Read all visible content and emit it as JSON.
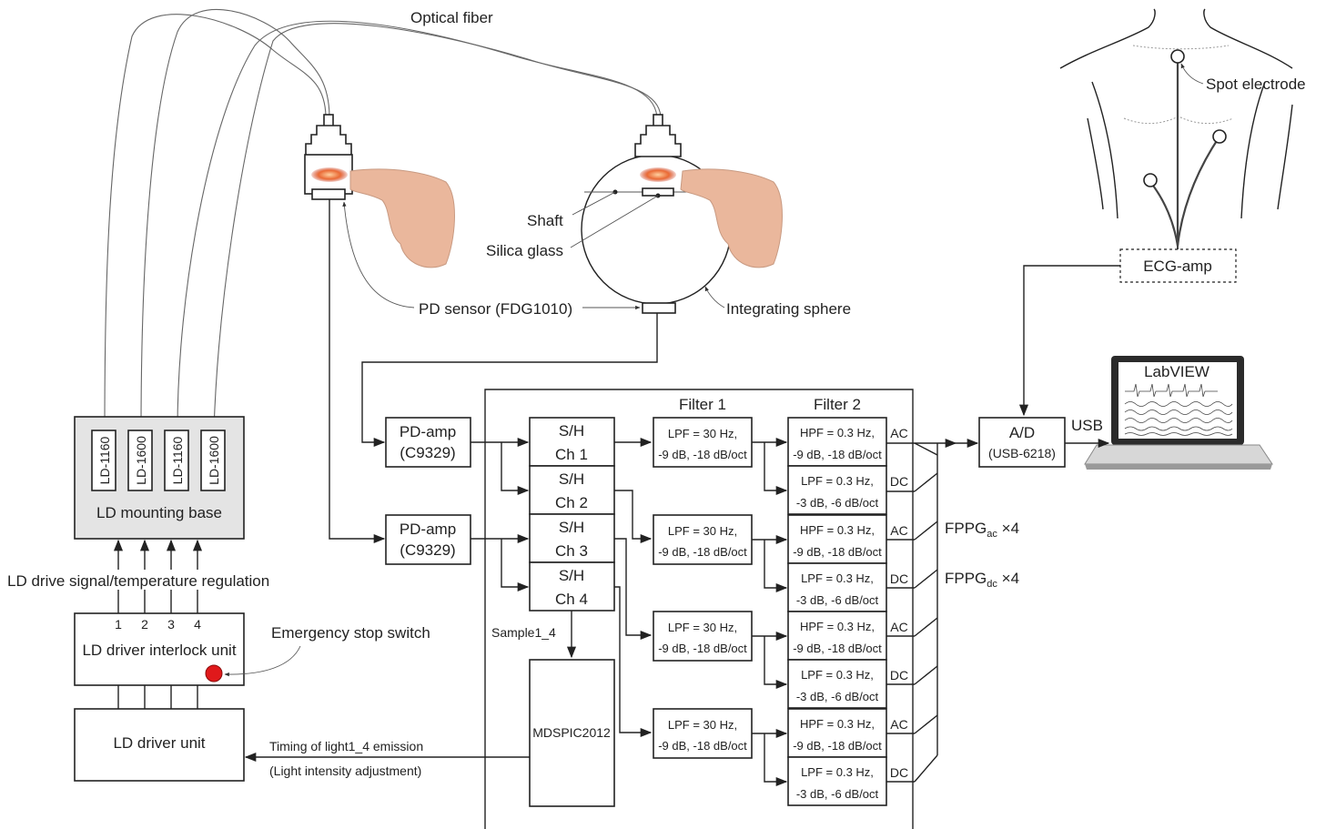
{
  "labels": {
    "optical_fiber": "Optical fiber",
    "spot_electrode": "Spot electrode",
    "ecg_amp": "ECG-amp",
    "shaft": "Shaft",
    "silica_glass": "Silica glass",
    "pd_sensor": "PD sensor (FDG1010)",
    "integrating_sphere": "Integrating sphere",
    "filter1": "Filter 1",
    "filter2": "Filter 2",
    "ad_line1": "A/D",
    "ad_line2": "(USB-6218)",
    "usb": "USB",
    "labview": "LabVIEW",
    "ld_mounting_base": "LD mounting base",
    "ld_drive_signal": "LD drive signal/temperature regulation",
    "ld_driver_interlock": "LD driver interlock unit",
    "emergency_stop": "Emergency stop switch",
    "ld_driver_unit": "LD driver unit",
    "timing": "Timing of light1_4 emission",
    "light_intensity": "(Light intensity adjustment)",
    "sample": "Sample1_4",
    "mdspic": "MDSPIC2012",
    "fppg_ac": "FPPG",
    "fppg_ac_sub": "ac",
    "fppg_ac_mult": " ×4",
    "fppg_dc": "FPPG",
    "fppg_dc_sub": "dc",
    "fppg_dc_mult": " ×4",
    "pd_amp_line1": "PD-amp",
    "pd_amp_line2": "(C9329)"
  },
  "ld_modules": [
    "LD-1160",
    "LD-1600",
    "LD-1160",
    "LD-1600"
  ],
  "channel_numbers": [
    "1",
    "2",
    "3",
    "4"
  ],
  "sh_channels": [
    {
      "l1": "S/H",
      "l2": "Ch 1"
    },
    {
      "l1": "S/H",
      "l2": "Ch 2"
    },
    {
      "l1": "S/H",
      "l2": "Ch 3"
    },
    {
      "l1": "S/H",
      "l2": "Ch 4"
    }
  ],
  "filter1_boxes": [
    {
      "l1": "LPF = 30 Hz,",
      "l2": "-9 dB, -18 dB/oct"
    },
    {
      "l1": "LPF = 30 Hz,",
      "l2": "-9 dB, -18 dB/oct"
    },
    {
      "l1": "LPF = 30 Hz,",
      "l2": "-9 dB, -18 dB/oct"
    },
    {
      "l1": "LPF = 30 Hz,",
      "l2": "-9 dB, -18 dB/oct"
    }
  ],
  "filter2_boxes": [
    {
      "l1": "HPF = 0.3 Hz,",
      "l2": "-9 dB, -18 dB/oct",
      "out": "AC"
    },
    {
      "l1": "LPF = 0.3 Hz,",
      "l2": "-3 dB, -6 dB/oct",
      "out": "DC"
    },
    {
      "l1": "HPF = 0.3 Hz,",
      "l2": "-9 dB, -18 dB/oct",
      "out": "AC"
    },
    {
      "l1": "LPF = 0.3 Hz,",
      "l2": "-3 dB, -6 dB/oct",
      "out": "DC"
    },
    {
      "l1": "HPF = 0.3 Hz,",
      "l2": "-9 dB, -18 dB/oct",
      "out": "AC"
    },
    {
      "l1": "LPF = 0.3 Hz,",
      "l2": "-3 dB, -6 dB/oct",
      "out": "DC"
    },
    {
      "l1": "HPF = 0.3 Hz,",
      "l2": "-9 dB, -18 dB/oct",
      "out": "AC"
    },
    {
      "l1": "LPF = 0.3 Hz,",
      "l2": "-3 dB, -6 dB/oct",
      "out": "DC"
    }
  ],
  "colors": {
    "stop_button": "#e0191b",
    "light_glow": "#e85a2a",
    "skin": "#e8b59a",
    "mount_bg": "#e4e4e4"
  }
}
